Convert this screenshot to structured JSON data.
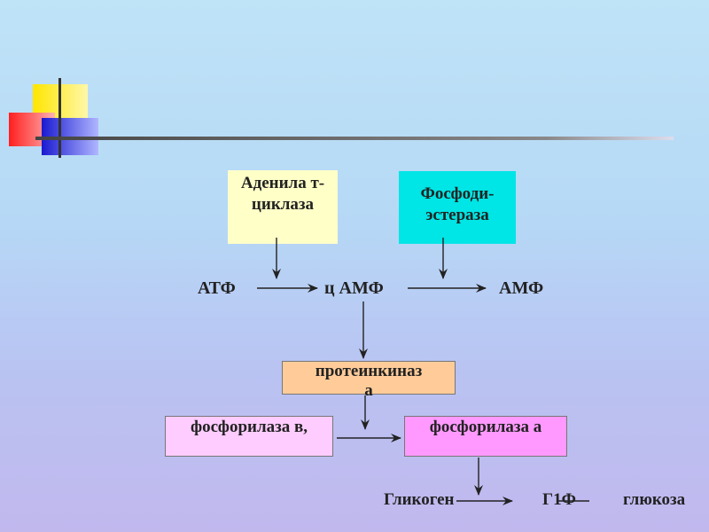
{
  "boxes": {
    "adenylate_cyclase": {
      "label": "Аденила т-циклаза",
      "color": "#ffffc8"
    },
    "phosphodiesterase": {
      "label": "Фосфоди-эстераза",
      "color": "#00e5e5"
    },
    "protein_kinase": {
      "label": "протеинкиназ а",
      "color": "#ffcc99"
    },
    "phosphorylase_b": {
      "label": "фосфорилаза в,",
      "color": "#ffccff"
    },
    "phosphorylase_a": {
      "label": "фосфорилаза а",
      "color": "#ff99ff"
    }
  },
  "labels": {
    "atp": "АТФ",
    "camp": "ц АМФ",
    "amp": "АМФ",
    "glycogen": "Гликоген",
    "g1p": "Г1Ф",
    "glucose": "глюкоза"
  },
  "decor_colors": {
    "yellow": "#ffea00",
    "red": "#ff2a2a",
    "blue": "#2626d6",
    "line": "#555555"
  }
}
